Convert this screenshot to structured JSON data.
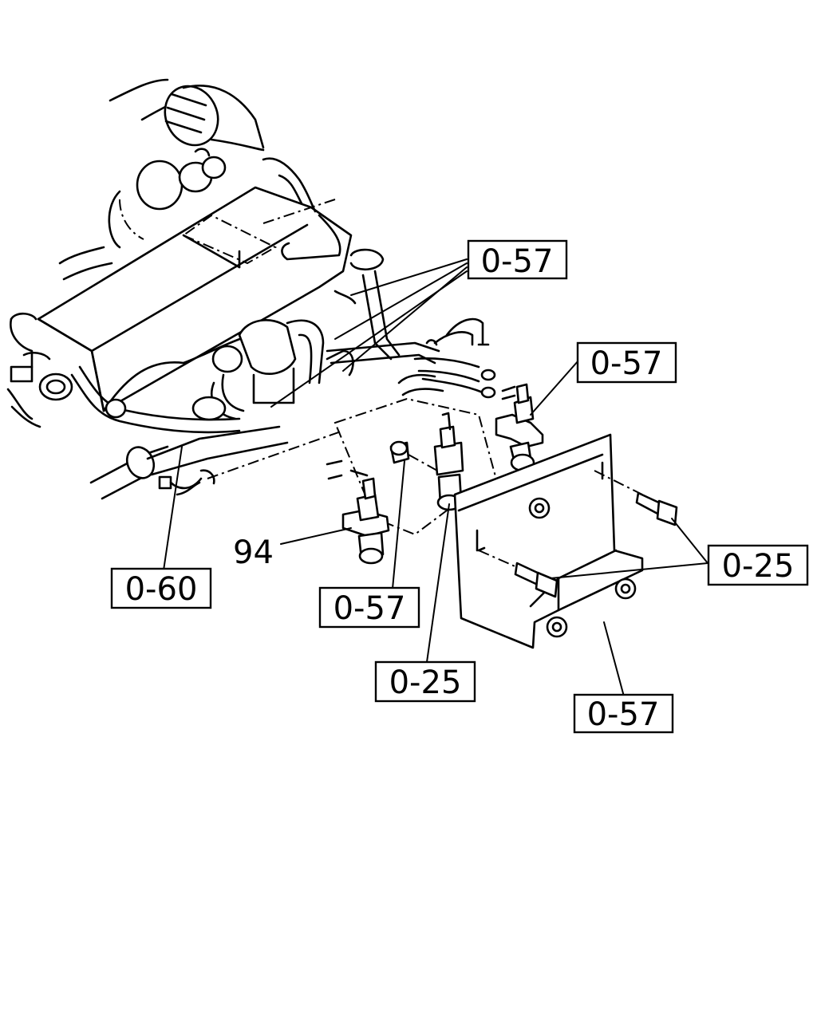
{
  "callouts": [
    {
      "id": "c1",
      "text": "0-57"
    },
    {
      "id": "c2",
      "text": "0-57"
    },
    {
      "id": "c3",
      "text": "0-25"
    },
    {
      "id": "c4",
      "text": "0-60"
    },
    {
      "id": "c5",
      "text": "0-57"
    },
    {
      "id": "c6",
      "text": "0-25"
    },
    {
      "id": "c7",
      "text": "0-57"
    }
  ],
  "part_number": "94"
}
